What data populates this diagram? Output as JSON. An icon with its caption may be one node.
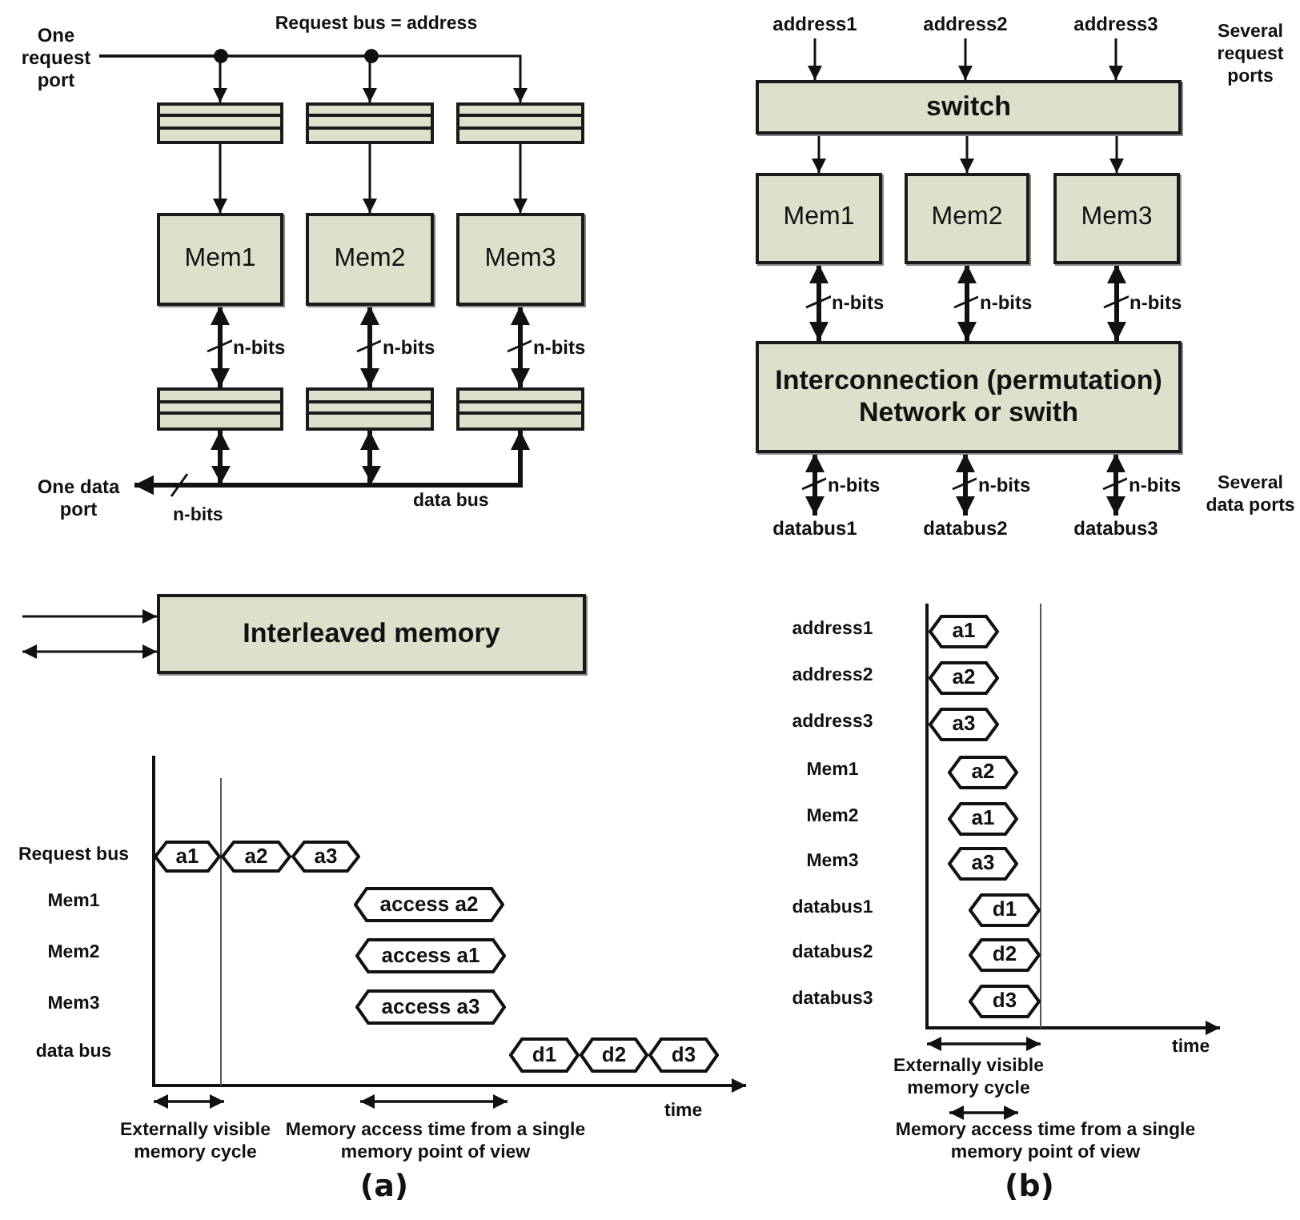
{
  "diagram": {
    "nodes": [
      {
        "text": [
          "One request port"
        ]
      },
      {
        "text": [],
        "shape": "box"
      },
      {
        "text": [],
        "shape": "box"
      },
      {
        "text": [],
        "shape": "box"
      },
      {
        "text": [
          "Mem1"
        ]
      },
      {
        "text": [
          "Mem2"
        ]
      },
      {
        "text": [
          "Mem3"
        ]
      },
      {
        "text": [],
        "shape": "box"
      },
      {
        "text": [],
        "shape": "box"
      },
      {
        "text": [],
        "shape": "box"
      },
      {
        "text": [
          "One data port"
        ]
      },
      {
        "text": [
          "Interleaved memory"
        ]
      },
      {
        "text": [
          "address1"
        ]
      },
      {
        "text": [
          "address2"
        ]
      },
      {
        "text": [
          "address3"
        ]
      },
      {
        "text": [
          "switch"
        ]
      },
      {
        "text": [
          "Mem1"
        ]
      },
      {
        "text": [
          "Mem2"
        ]
      },
      {
        "text": [
          "Mem3"
        ]
      },
      {
        "text": [
          "Interconnection (permutation) Network or swith"
        ]
      },
      {
        "text": [
          "databus1"
        ]
      },
      {
        "text": [
          "databus2"
        ]
      },
      {
        "text": [
          "databus3"
        ]
      },
      {
        "text": [
          "a1"
        ]
      },
      {
        "text": [
          "a2"
        ]
      },
      {
        "text": [
          "a3"
        ]
      },
      {
        "text": [
          "access a2"
        ]
      },
      {
        "text": [
          "access a1"
        ]
      },
      {
        "text": [
          "access a3"
        ]
      },
      {
        "text": [
          "d1"
        ]
      },
      {
        "text": [
          "d2"
        ]
      },
      {
        "text": [
          "d3"
        ]
      },
      {
        "text": [
          "a1"
        ]
      },
      {
        "text": [
          "a2"
        ]
      },
      {
        "text": [
          "a3"
        ]
      },
      {
        "text": [
          "a2"
        ]
      },
      {
        "text": [
          "a1"
        ]
      },
      {
        "text": [
          "a3"
        ]
      },
      {
        "text": [
          "d1"
        ]
      },
      {
        "text": [
          "d2"
        ]
      },
      {
        "text": [
          "d3"
        ]
      }
    ],
    "edges": [
      {
        "from": 0,
        "to": 1,
        "arrow": "to"
      },
      {
        "from": 0,
        "to": 2,
        "arrow": "to"
      },
      {
        "from": 0,
        "to": 3,
        "arrow": "to"
      },
      {
        "from": 1,
        "to": 4,
        "arrow": "to"
      },
      {
        "from": 2,
        "to": 5,
        "arrow": "to"
      },
      {
        "from": 3,
        "to": 6,
        "arrow": "to"
      },
      {
        "from": 4,
        "to": 7,
        "arrow": "both",
        "label": "n-bits",
        "style": "thick"
      },
      {
        "from": 5,
        "to": 8,
        "arrow": "both",
        "label": "n-bits",
        "style": "thick"
      },
      {
        "from": 6,
        "to": 9,
        "arrow": "both",
        "label": "n-bits",
        "style": "thick"
      },
      {
        "from": 7,
        "to": 10,
        "arrow": "both",
        "style": "thick"
      },
      {
        "from": 8,
        "to": 10,
        "arrow": "both",
        "style": "thick"
      },
      {
        "from": 9,
        "to": 10,
        "arrow": "both",
        "style": "thick"
      },
      {
        "from": null,
        "to": 11,
        "arrow": "to"
      },
      {
        "from": null,
        "to": 11,
        "arrow": "both"
      },
      {
        "from": 12,
        "to": 15,
        "arrow": "to"
      },
      {
        "from": 13,
        "to": 15,
        "arrow": "to"
      },
      {
        "from": 14,
        "to": 15,
        "arrow": "to"
      },
      {
        "from": 15,
        "to": 16,
        "arrow": "to"
      },
      {
        "from": 15,
        "to": 17,
        "arrow": "to"
      },
      {
        "from": 15,
        "to": 18,
        "arrow": "to"
      },
      {
        "from": 16,
        "to": 19,
        "arrow": "both",
        "label": "n-bits",
        "style": "thick"
      },
      {
        "from": 17,
        "to": 19,
        "arrow": "both",
        "label": "n-bits",
        "style": "thick"
      },
      {
        "from": 18,
        "to": 19,
        "arrow": "both",
        "label": "n-bits",
        "style": "thick"
      },
      {
        "from": 19,
        "to": 20,
        "arrow": "both",
        "label": "n-bits",
        "style": "thick"
      },
      {
        "from": 19,
        "to": 21,
        "arrow": "both",
        "label": "n-bits",
        "style": "thick"
      },
      {
        "from": 19,
        "to": 22,
        "arrow": "both",
        "label": "n-bits",
        "style": "thick"
      }
    ],
    "labels": [
      "Request bus = address",
      "Several request ports",
      "n-bits",
      "data bus",
      "Several data ports",
      "Request bus",
      "Mem1",
      "Mem2",
      "Mem3",
      "data bus",
      "time",
      "Externally visible memory cycle",
      "Memory access time from a single memory point of view",
      "(a)",
      "address1",
      "address2",
      "address3",
      "Mem1",
      "Mem2",
      "Mem3",
      "databus1",
      "databus2",
      "databus3",
      "time",
      "Externally visible memory cycle",
      "Memory access time from a single memory point of view",
      "(b)"
    ]
  }
}
